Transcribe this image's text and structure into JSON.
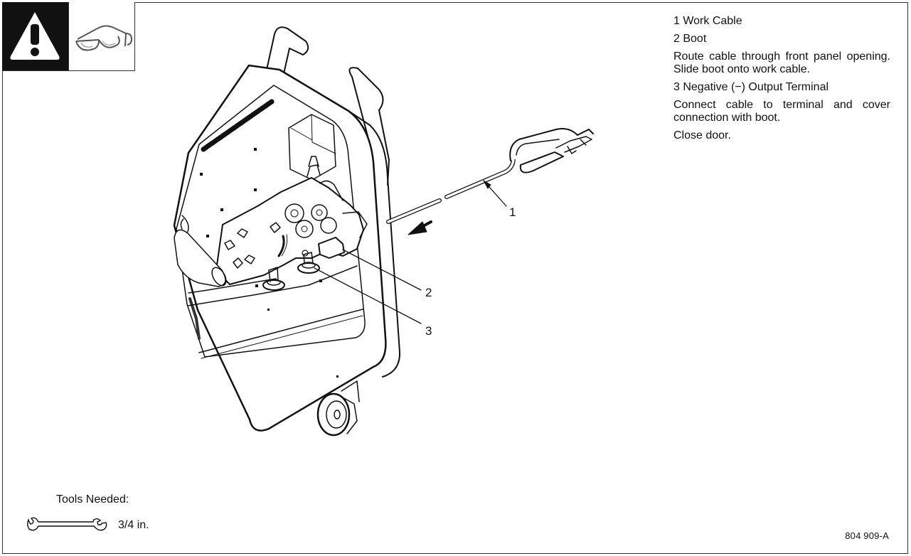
{
  "callouts": {
    "work_cable": "1",
    "boot": "2",
    "negative_terminal": "3"
  },
  "instructions": [
    {
      "text": "1 Work Cable",
      "justify": false
    },
    {
      "text": "2 Boot",
      "justify": false
    },
    {
      "text": "Route cable through front panel opening. Slide boot onto work cable.",
      "justify": true
    },
    {
      "text": "3 Negative (−) Output Terminal",
      "justify": false
    },
    {
      "text": "Connect cable to terminal and cover connection with boot.",
      "justify": true
    },
    {
      "text": "Close door.",
      "justify": false
    }
  ],
  "tools": {
    "label": "Tools Needed:",
    "size": "3/4 in."
  },
  "document": {
    "number": "804 909-A"
  },
  "colors": {
    "ink": "#111111",
    "line": "#333333",
    "background": "#ffffff"
  },
  "icons": {
    "warning": "warning-triangle-icon",
    "eye_protection": "safety-glasses-icon",
    "tool": "wrench-icon"
  }
}
